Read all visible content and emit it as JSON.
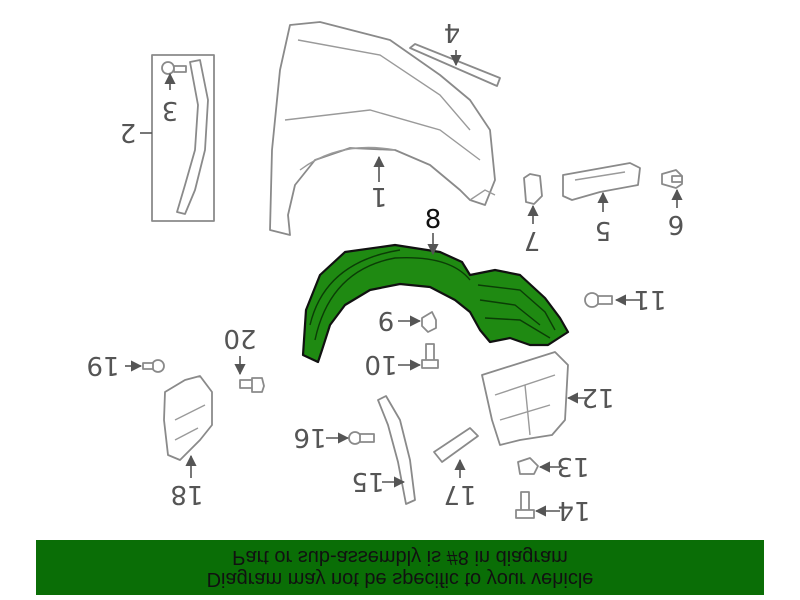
{
  "diagram": {
    "callouts": [
      "8",
      "1",
      "2",
      "3",
      "4",
      "5",
      "6",
      "7",
      "9",
      "10",
      "11",
      "12",
      "13",
      "14",
      "15",
      "16",
      "17",
      "18",
      "19",
      "20"
    ]
  },
  "banner": {
    "line1": "Part or sub-assembly is #8 in diagram",
    "line2": "Diagram may not be specific to your vehicle"
  },
  "colors": {
    "highlight": "#1f8a12",
    "banner": "#0a6e06"
  }
}
